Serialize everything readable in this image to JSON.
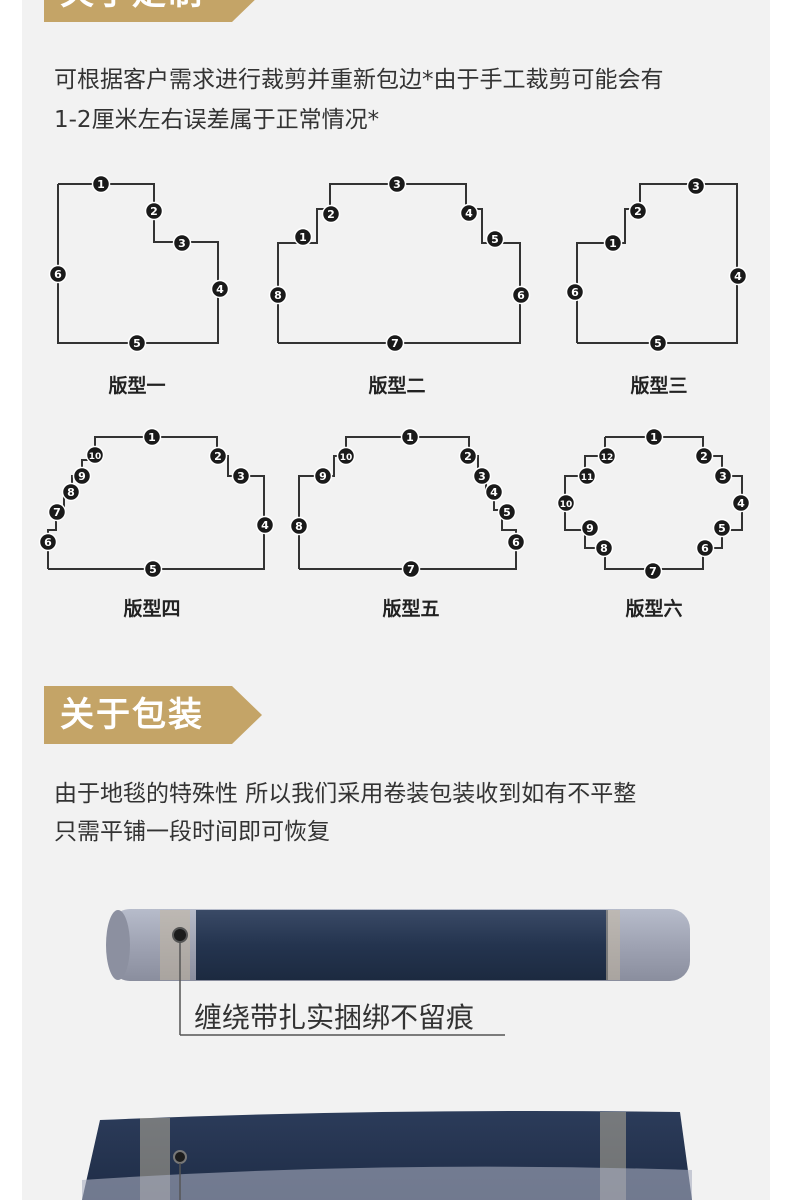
{
  "section_customize": {
    "tag": "关于定制",
    "lines": [
      "可根据客户需求进行裁剪并重新包边*由于手工裁剪可能会有",
      "1-2厘米左右误差属于正常情况*"
    ]
  },
  "shapes": [
    {
      "caption": "版型一",
      "labels": [
        "1",
        "2",
        "3",
        "4",
        "5",
        "6"
      ]
    },
    {
      "caption": "版型二",
      "labels": [
        "1",
        "2",
        "3",
        "4",
        "5",
        "6",
        "7",
        "8"
      ]
    },
    {
      "caption": "版型三",
      "labels": [
        "1",
        "2",
        "3",
        "4",
        "5",
        "6"
      ]
    },
    {
      "caption": "版型四",
      "labels": [
        "1",
        "2",
        "3",
        "4",
        "5",
        "6",
        "7",
        "8",
        "9",
        "10"
      ]
    },
    {
      "caption": "版型五",
      "labels": [
        "1",
        "2",
        "3",
        "4",
        "5",
        "6",
        "7",
        "8",
        "9",
        "10"
      ]
    },
    {
      "caption": "版型六",
      "labels": [
        "1",
        "2",
        "3",
        "4",
        "5",
        "6",
        "7",
        "8",
        "9",
        "10",
        "11",
        "12"
      ]
    }
  ],
  "section_packaging": {
    "tag": "关于包装",
    "lines": [
      "由于地毯的特殊性 所以我们采用卷装包装收到如有不平整",
      "只需平铺一段时间即可恢复"
    ]
  },
  "roll_note": "缠绕带扎实捆绑不留痕",
  "colors": {
    "tag_gold": "#c4a467",
    "panel_bg": "#f2f2f2",
    "rug_navy": "#24344f",
    "wrap_gray": "#9fa3b3"
  }
}
